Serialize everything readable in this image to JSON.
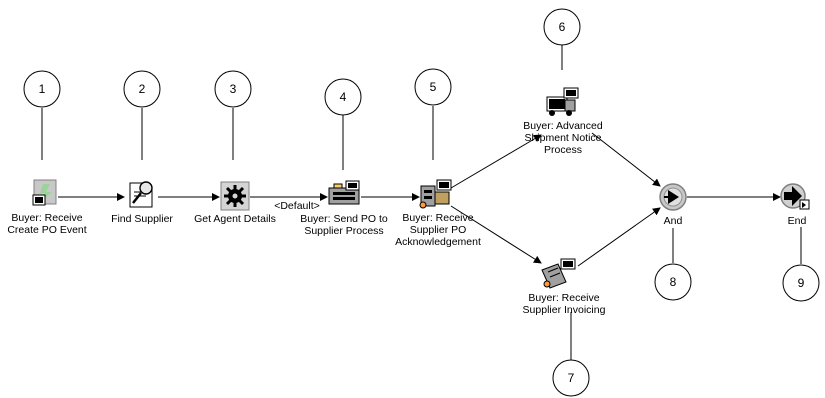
{
  "callouts": [
    "1",
    "2",
    "3",
    "4",
    "5",
    "6",
    "7",
    "8",
    "9"
  ],
  "nodes": {
    "receive_create_po": "Buyer: Receive\nCreate PO Event",
    "find_supplier": "Find Supplier",
    "get_agent_details": "Get Agent Details",
    "send_po": "Buyer: Send PO to\nSupplier Process",
    "receive_ack": "Buyer: Receive\nSupplier PO\nAcknowledgement",
    "advanced_shipment": "Buyer: Advanced\nShipment Notice\nProcess",
    "receive_invoicing": "Buyer: Receive\nSupplier Invoicing",
    "and": "And",
    "end": "End"
  },
  "edge_labels": {
    "default": "<Default>"
  }
}
